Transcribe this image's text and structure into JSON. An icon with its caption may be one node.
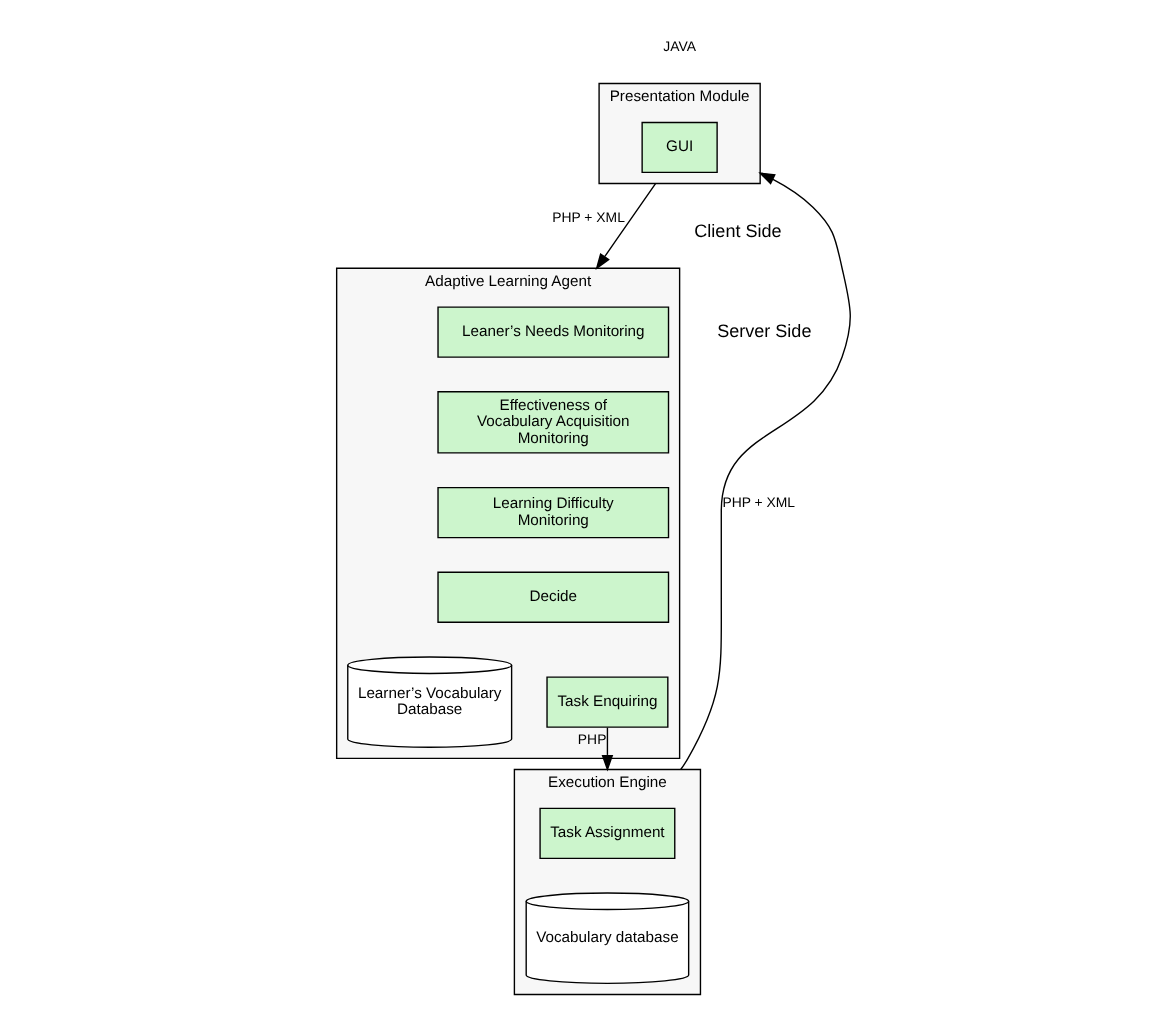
{
  "diagram": {
    "nodes": [
      {
        "text": [
          "Presentation Module"
        ],
        "beside": [
          "JAVA"
        ]
      },
      {
        "text": [
          "GUI"
        ],
        "in": 0
      },
      {
        "text": [
          "Adaptive Learning Agent"
        ]
      },
      {
        "text": [
          "Leaner’s Needs Monitoring"
        ],
        "in": 2
      },
      {
        "text": [
          "Effectiveness of Vocabulary Acquisition Monitoring"
        ],
        "in": 2
      },
      {
        "text": [
          "Learning Difficulty Monitoring"
        ],
        "in": 2
      },
      {
        "text": [
          "Decide"
        ],
        "in": 2
      },
      {
        "text": [
          "Learner’s Vocabulary Database"
        ],
        "in": 2
      },
      {
        "text": [
          "Task Enquiring"
        ],
        "in": 2
      },
      {
        "text": [
          "Execution Engine"
        ]
      },
      {
        "text": [
          "Task Assignment"
        ],
        "in": 9
      },
      {
        "text": [
          "Vocabulary database"
        ],
        "in": 9
      }
    ],
    "edges": [
      {
        "from": 0,
        "to": 2,
        "arrow": "to",
        "label": "PHP + XML"
      },
      {
        "from": 9,
        "to": 0,
        "arrow": "to",
        "label": "PHP + XML"
      },
      {
        "from": 8,
        "to": 9,
        "arrow": "to",
        "label": "PHP"
      }
    ],
    "labels": [
      "Client Side",
      "Server Side"
    ]
  }
}
